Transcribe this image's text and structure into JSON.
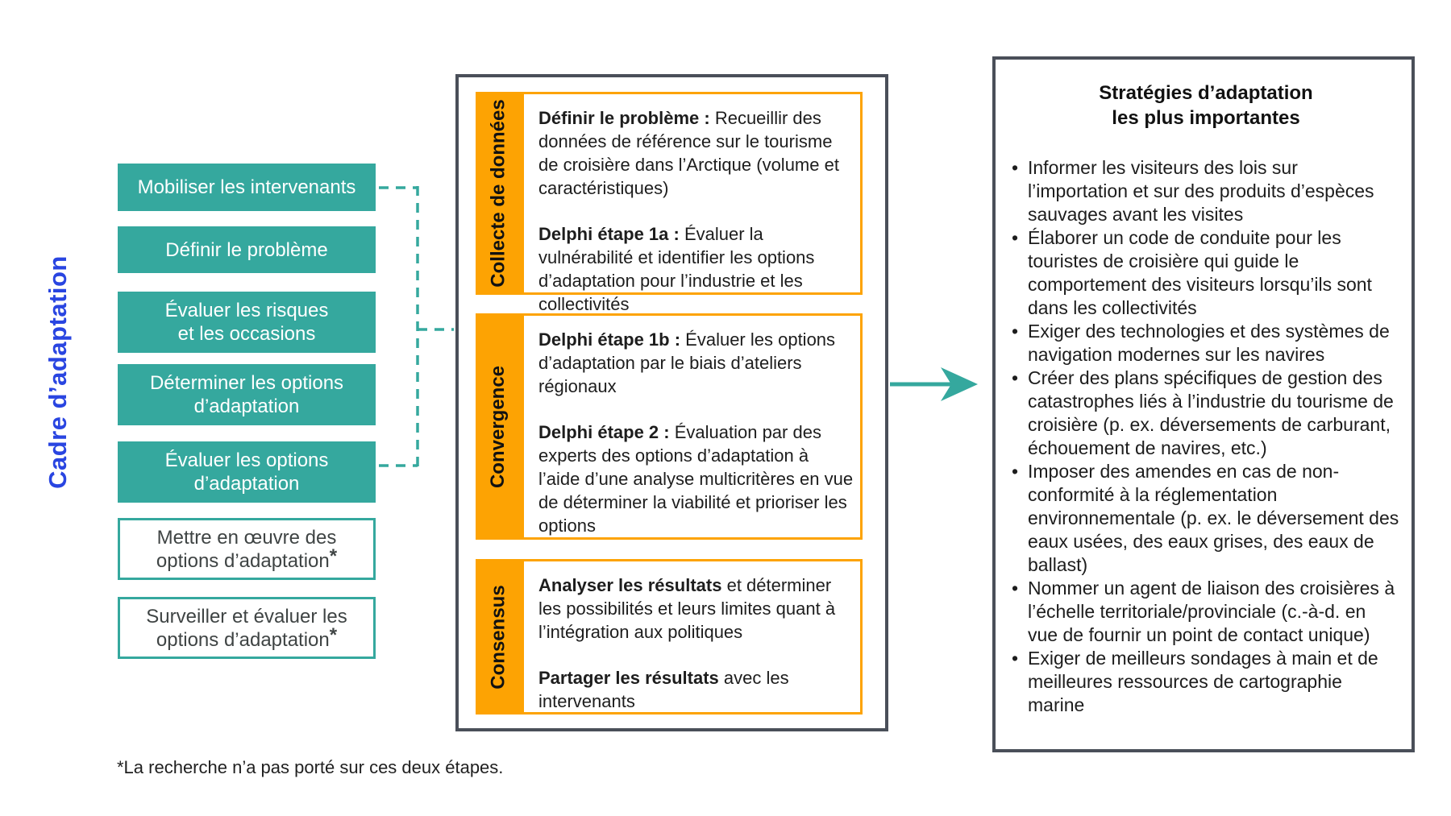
{
  "framework": {
    "label": "Cadre d’adaptation"
  },
  "steps": [
    {
      "label": "Mobiliser les intervenants",
      "style": "filled"
    },
    {
      "label": "Définir le problème",
      "style": "filled"
    },
    {
      "label": "Évaluer les risques\net les occasions",
      "style": "filled"
    },
    {
      "label": "Déterminer les options\nd’adaptation",
      "style": "filled"
    },
    {
      "label": "Évaluer les options\nd’adaptation",
      "style": "filled"
    },
    {
      "label": "Mettre en œuvre des\noptions d’adaptation",
      "asterisk": "*",
      "style": "outlined"
    },
    {
      "label": "Surveiller et évaluer les\noptions d’adaptation",
      "asterisk": "*",
      "style": "outlined"
    }
  ],
  "process": {
    "sections": [
      {
        "label": "Collecte de données",
        "items": [
          {
            "lead": "Définir le problème : ",
            "text": "Recueillir des données de référence sur le tourisme de croisière dans l’Arctique (volume et caractéristiques)"
          },
          {
            "lead": "Delphi étape 1a : ",
            "text": "Évaluer la vulnérabilité et identifier les options d’adaptation pour l’industrie et les collectivités"
          }
        ]
      },
      {
        "label": "Convergence",
        "items": [
          {
            "lead": "Delphi étape 1b : ",
            "text": "Évaluer les options d’adaptation par le biais d’ateliers régionaux"
          },
          {
            "lead": "Delphi étape 2 : ",
            "text": "Évaluation par des experts des options d’adaptation à l’aide d’une analyse multicritères en vue de déterminer la viabilité et prioriser les options"
          }
        ]
      },
      {
        "label": "Consensus",
        "items": [
          {
            "lead": "Analyser les résultats",
            "text": " et déterminer les possibilités et leurs limites quant à l’intégration aux politiques"
          },
          {
            "lead": "Partager les résultats",
            "text": " avec les intervenants"
          }
        ]
      }
    ]
  },
  "strategies": {
    "title": "Stratégies d’adaptation\nles plus importantes",
    "bullet_char": "•",
    "bullets": [
      "Informer les visiteurs des lois sur l’importation et sur des produits d’espèces sauvages avant les visites",
      "Élaborer un code de conduite pour les touristes de croisière qui guide le comportement des visiteurs lorsqu’ils sont dans les collectivités",
      "Exiger des technologies et des systèmes de navigation modernes sur les navires",
      "Créer des plans spécifiques de gestion des catastrophes liés à l’industrie du tourisme de croisière (p. ex. déversements de carburant, échouement de navires, etc.)",
      "Imposer des amendes en cas de non-conformité à la réglementation environnementale (p. ex. le déversement des eaux usées, des eaux grises, des eaux de ballast)",
      "Nommer un agent de liaison des croisières à l’échelle territoriale/provinciale (c.-à-d. en vue de fournir un point de contact unique)",
      "Exiger de meilleurs sondages à main et de meilleures ressources de cartographie marine"
    ]
  },
  "footnote": "*La recherche n’a pas porté sur ces deux étapes.",
  "colors": {
    "teal": "#35a89e",
    "orange": "#fda303",
    "blue": "#2945e1",
    "frame": "#4a4f59"
  }
}
